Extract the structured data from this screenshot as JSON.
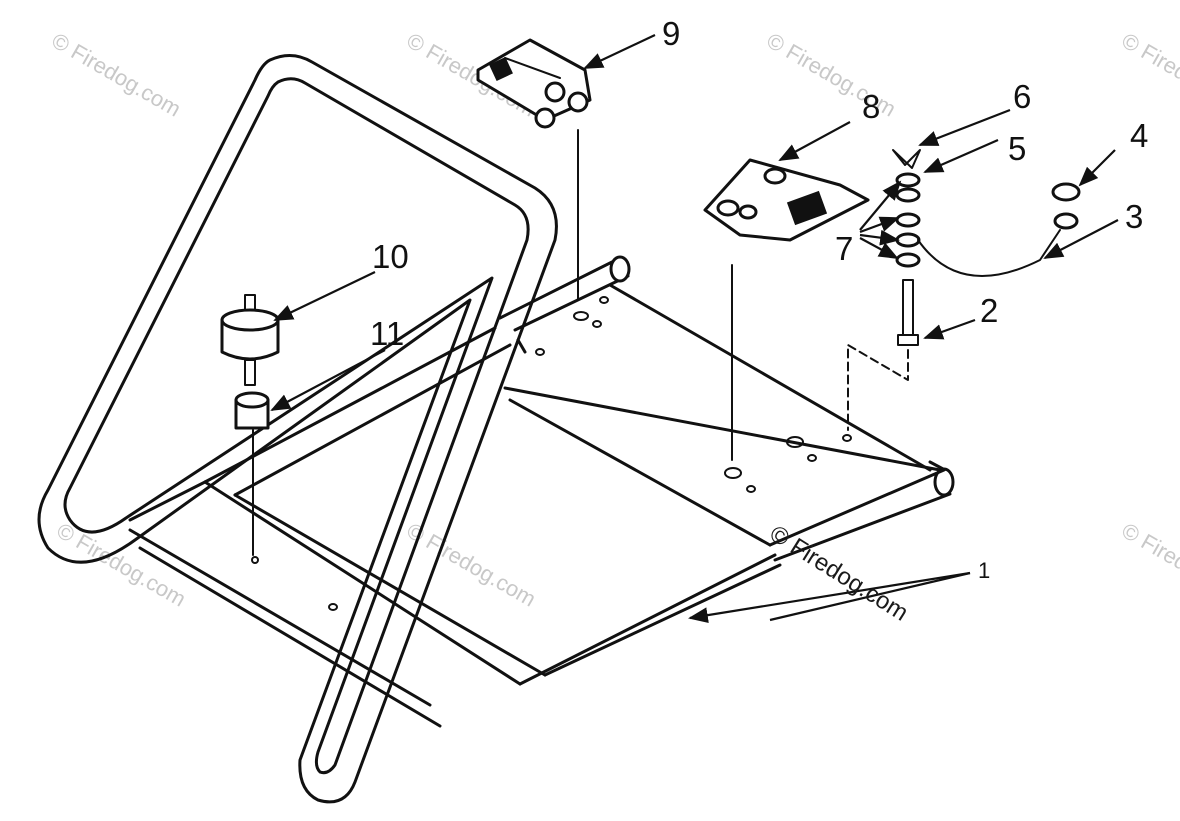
{
  "diagram": {
    "callouts": [
      "1",
      "2",
      "3",
      "4",
      "5",
      "6",
      "7",
      "8",
      "9",
      "10",
      "11"
    ],
    "watermark": "© Firedog.com"
  },
  "colors": {
    "line": "#111111",
    "background": "#ffffff",
    "watermark": "#c8c8c8"
  }
}
